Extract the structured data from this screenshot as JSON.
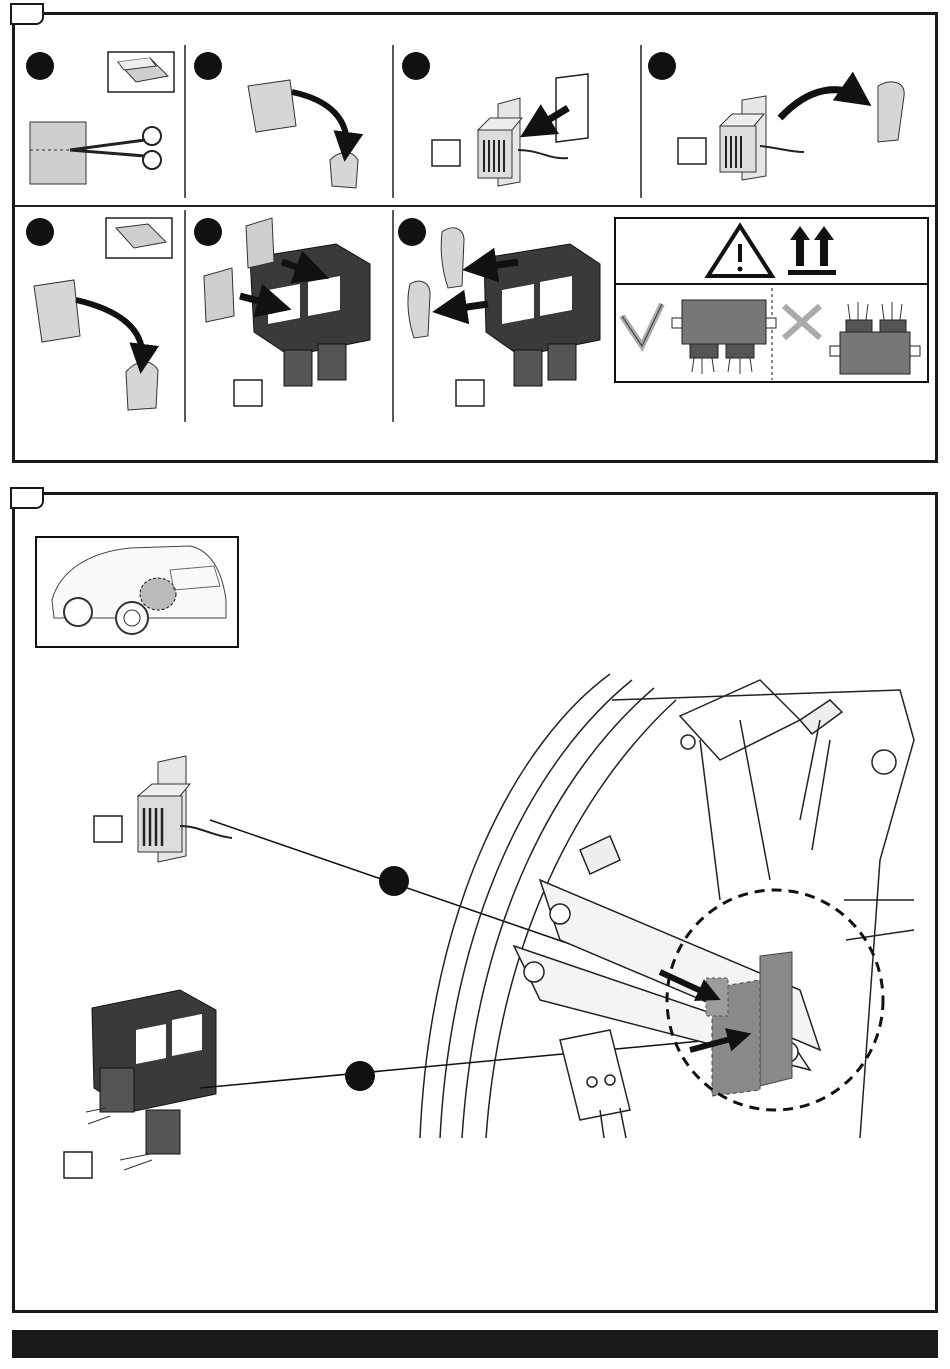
{
  "page": {
    "title": "",
    "sections": [
      {
        "id": "section-1",
        "steps": [
          "step-1",
          "step-2",
          "step-3",
          "step-4",
          "step-5",
          "step-6",
          "step-7"
        ]
      },
      {
        "id": "section-2"
      }
    ]
  },
  "colors": {
    "frame": "#1a1a1a",
    "module_dark": "#3a3a3a",
    "target_zone": "#8a8a8a",
    "paper": "#d9d9d9",
    "callout_dot": "#111111"
  },
  "icons": {
    "caution": "warning-triangle-icon",
    "orientation": "this-way-up-arrows-icon",
    "correct": "check-mark-icon",
    "wrong": "cross-mark-icon"
  }
}
